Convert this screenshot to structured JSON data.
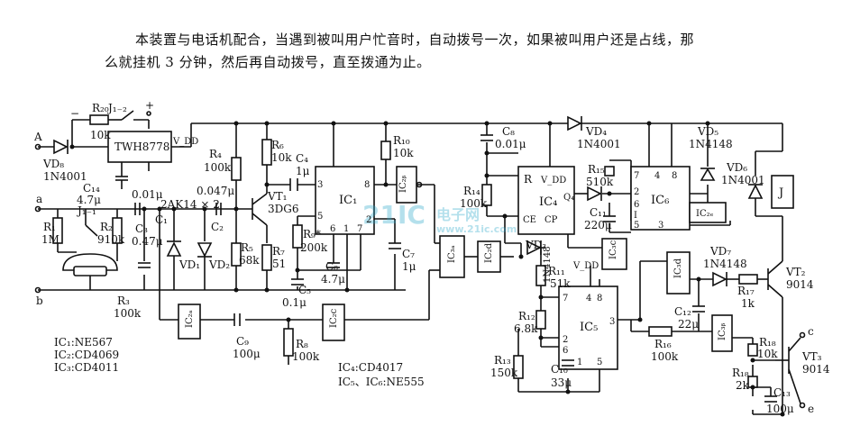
{
  "caption": {
    "line1": "本装置与电话机配合，当遇到被叫用户忙音时，自动拨号一次，如果被叫用户还是占线，那",
    "line2": "么就挂机 3 分钟，然后再自动拨号，直至拨通为止。"
  },
  "watermark": {
    "brand": "21IC",
    "cn": "电子网",
    "site": "www.21ic.com"
  },
  "components": {
    "terminal_A": "A",
    "terminal_a": "a",
    "terminal_b": "b",
    "terminal_plus": "+",
    "terminal_minus": "−",
    "VD8": "VD₈",
    "VD8_type": "1N4001",
    "R20": "R₂₀",
    "R20_val": "10k",
    "J12": "J₁₋₂",
    "TWH": "TWH8778",
    "VDD1": "V_DD",
    "C14": "C₁₄",
    "C14_val": "4.7μ",
    "J11": "J₁₋₁",
    "R1": "R₁",
    "R1_val": "1M",
    "R2": "R₂",
    "R2_val": "910k",
    "R3": "R₃",
    "R3_val": "100k",
    "C1_val": "0.01μ",
    "C1": "C₁",
    "C3": "C₃",
    "C3_val": "0.47μ",
    "VD12": "2AK14 × 2",
    "VD1": "VD₁",
    "VD2": "VD₂",
    "C2_val": "0.047μ",
    "C2": "C₂",
    "R4": "R₄",
    "R4_val": "100k",
    "R5": "R₅",
    "R5_val": "68k",
    "R6": "R₆",
    "R6_val": "10k",
    "VT1": "VT₁",
    "VT1_type": "3DG6",
    "R7": "R₇",
    "R7_val": "51",
    "C4": "C₄",
    "C4_val": "1μ",
    "IC1": "IC₁",
    "R9": "R₉*",
    "R9_val": "200k",
    "C6": "C₆",
    "C6_val": "4.7μ",
    "C5": "C₅",
    "C5_val": "0.1μ",
    "R10": "R₁₀",
    "R10_val": "10k",
    "C7": "C₇",
    "C7_val": "1μ",
    "IC2a": "IC₂ₐ",
    "IC2b": "IC₂ᵦ",
    "IC2c": "IC₂c",
    "IC2d": "IC₂d",
    "IC2e": "IC₂ₑ",
    "IC3a": "IC₃ₐ",
    "IC3b": "IC₃ᵦ",
    "IC3c": "IC₃c",
    "IC3d": "IC₃d",
    "C9": "C₉",
    "C9_val": "100μ",
    "R8": "R₈",
    "R8_val": "100k",
    "C8": "C₈",
    "C8_val": "0.01μ",
    "R14": "R₁₄",
    "R14_val": "100k",
    "IC4": "IC₄",
    "Q4": "Q₄",
    "pin_R": "R",
    "pin_VDD": "V_DD",
    "pin_CE": "CE",
    "pin_CP": "CP",
    "VD4": "VD₄",
    "VD4_type": "1N4001",
    "R15": "R₁₅",
    "R15_val": "510k",
    "C11": "C₁₁",
    "C11_val": "220μ",
    "IC6": "IC₆",
    "VD5": "VD₅",
    "VD5_type": "1N4148",
    "VD6": "VD₆",
    "VD6_type": "1N4001",
    "relay": "J",
    "VD3": "VD₃",
    "VD3_type": "1N4148",
    "R11": "R₁₁",
    "R11_val": "51k",
    "VDD5": "V_DD",
    "IC5": "IC₅",
    "R12": "R₁₂",
    "R12_val": "6.8k",
    "R13": "R₁₃",
    "R13_val": "150k",
    "C10": "C₁₀",
    "C10_val": "33μ",
    "R16": "R₁₆",
    "R16_val": "100k",
    "C12": "C₁₂",
    "C12_val": "22μ",
    "VD7": "VD₇",
    "VD7_type": "1N4148",
    "R17": "R₁₇",
    "R17_val": "1k",
    "VT2": "VT₂",
    "VT2_type": "9014",
    "R18": "R₁₈",
    "R18_val": "10k",
    "R19": "R₁₈",
    "R19_val": "2k",
    "C13": "C₁₃",
    "C13_val": "100μ",
    "VT3": "VT₃",
    "VT3_type": "9014",
    "term_c": "c",
    "term_e": "e",
    "pins": {
      "p3": "3",
      "p8": "8",
      "p6": "6",
      "p1": "1",
      "p7": "7",
      "p2": "2",
      "p4": "4",
      "pI": "I",
      "p5": "5"
    }
  },
  "legend": {
    "ic1": "IC₁:NE567",
    "ic2": "IC₂:CD4069",
    "ic3": "IC₃:CD4011",
    "ic4": "IC₄:CD4017",
    "ic56": "IC₅、IC₆:NE555"
  }
}
